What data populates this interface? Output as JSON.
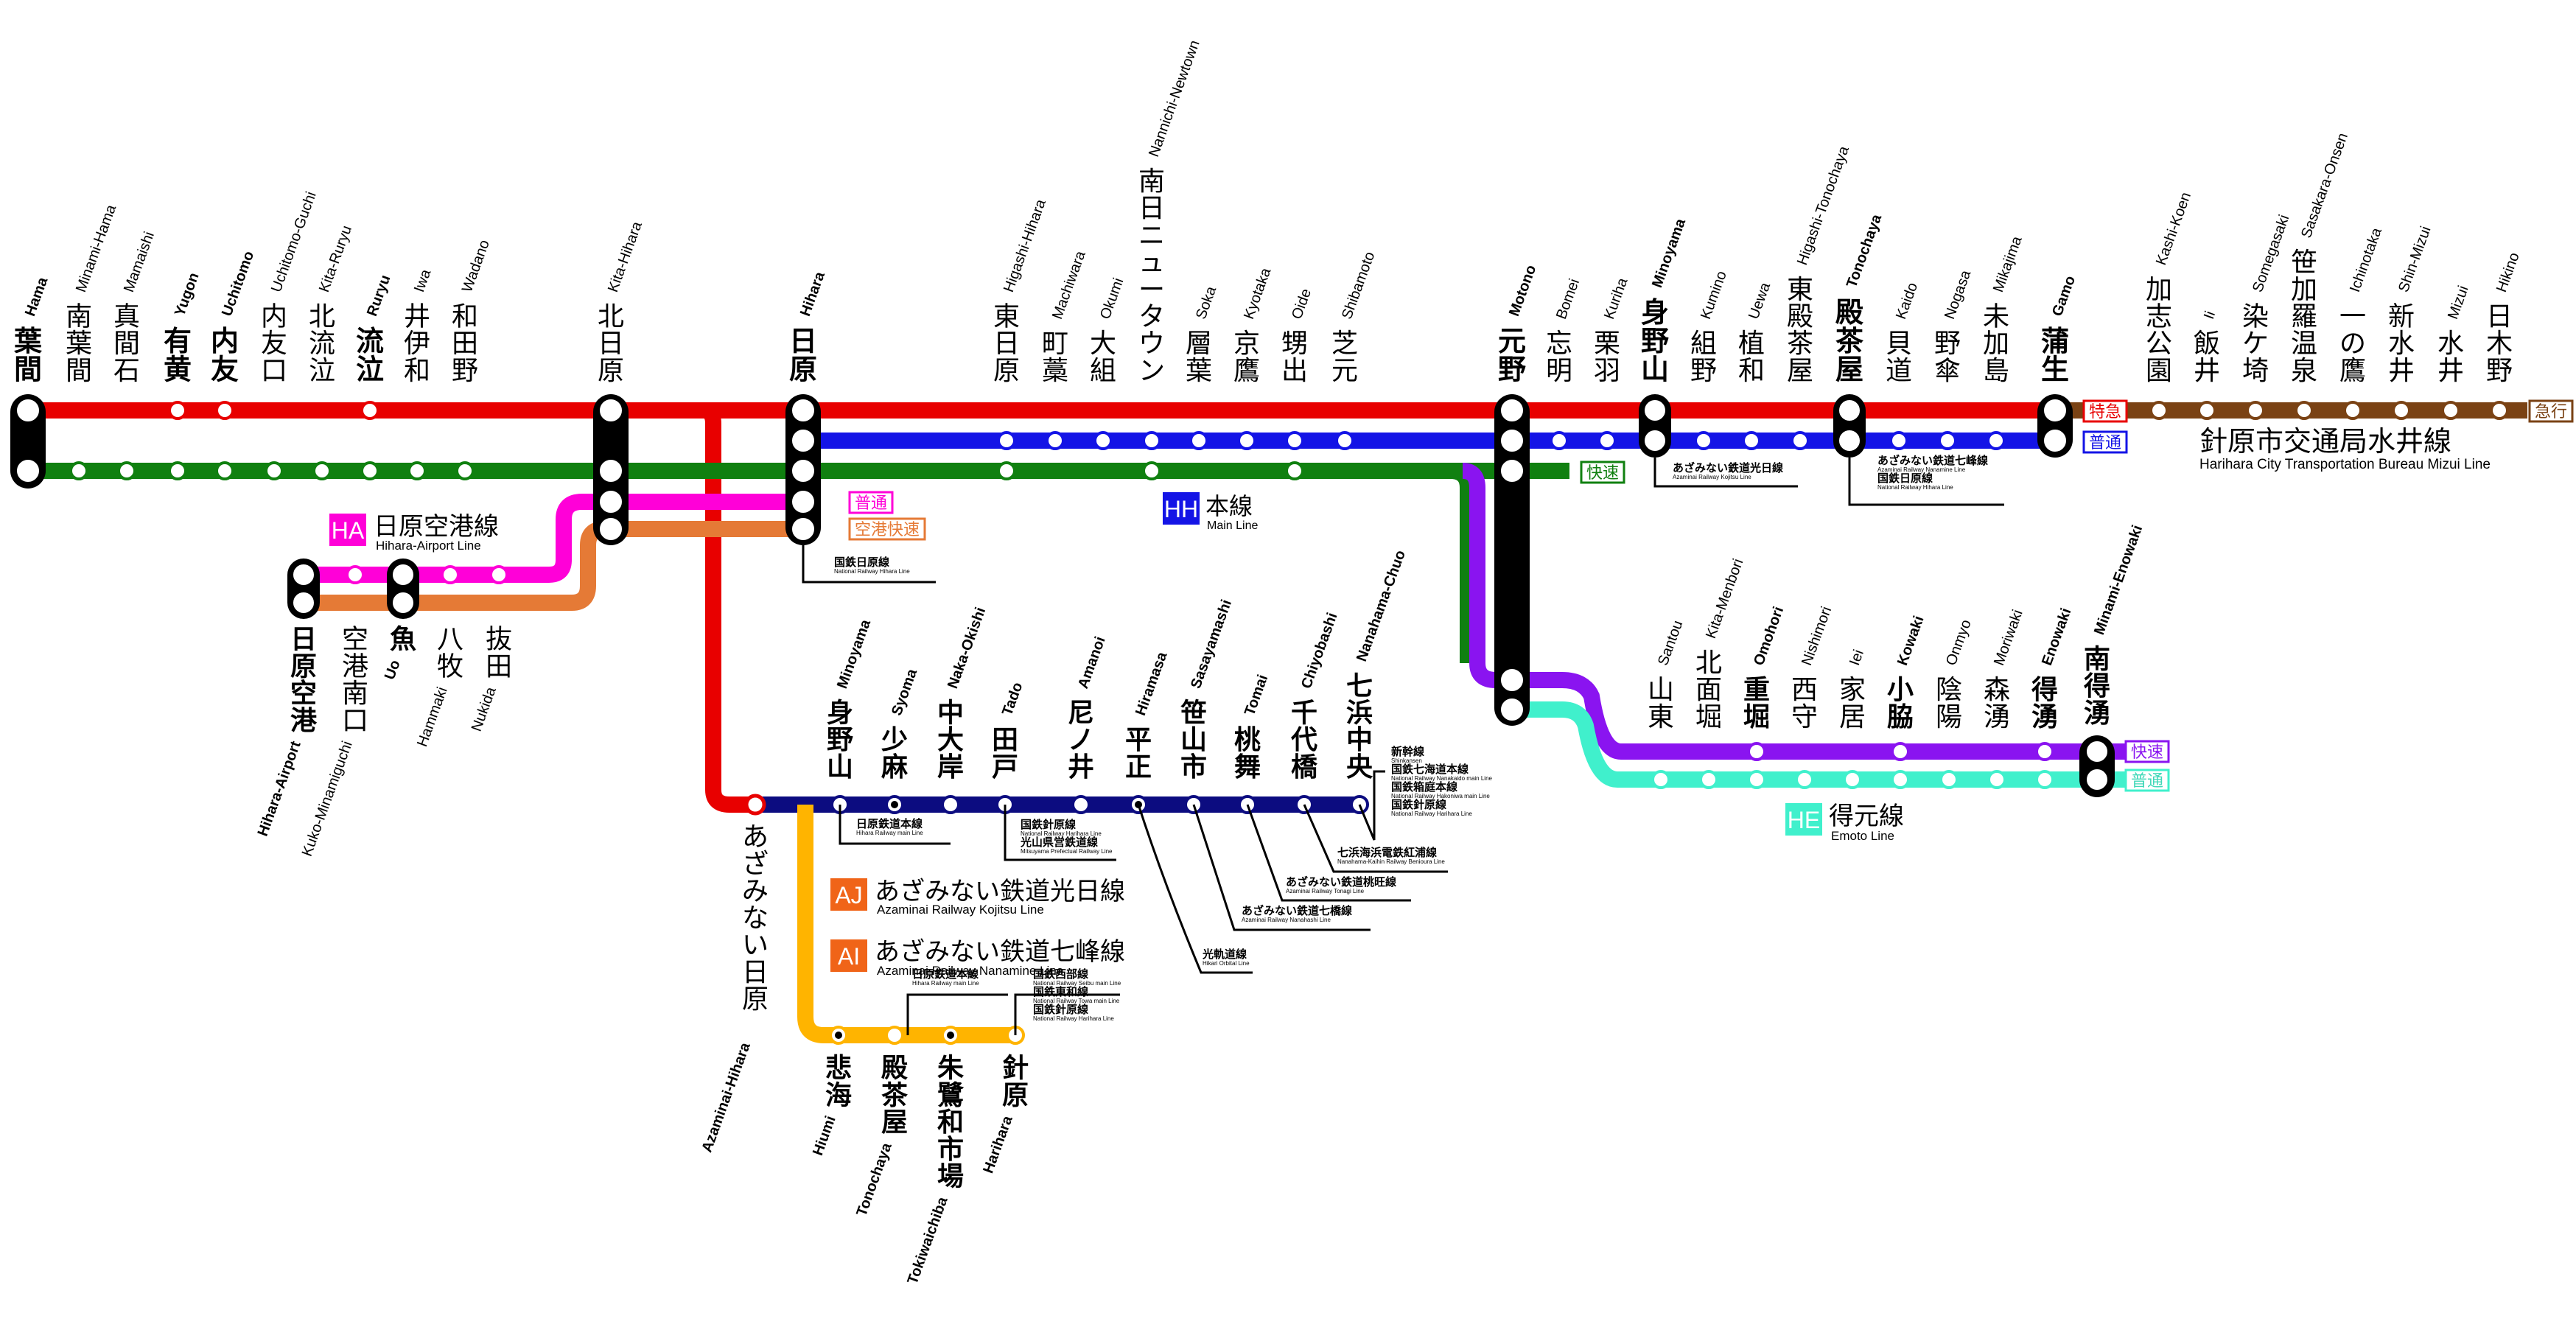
{
  "lines": {
    "main": {
      "code": "HH",
      "name_jp": "本線",
      "name_en": "Main Line",
      "color": "#1414e6"
    },
    "red": {
      "color": "#e80000"
    },
    "green": {
      "color": "#108010"
    },
    "airport": {
      "code": "HA",
      "name_jp": "日原空港線",
      "name_en": "Hihara-Airport Line",
      "color": "#ff00d8"
    },
    "airport_rapid": {
      "color": "#e57a36"
    },
    "emoto": {
      "code": "HE",
      "name_jp": "得元線",
      "name_en": "Emoto Line",
      "color": "#40f0cc"
    },
    "purple": {
      "color": "#8a14f0"
    },
    "mizui": {
      "name_jp": "針原市交通局水井線",
      "name_en": "Harihara City Transportation Bureau Mizui Line",
      "color": "#7a4214"
    },
    "navy": {
      "color": "#0c0c80"
    },
    "kojitsu": {
      "code": "AJ",
      "name_jp": "あざみない鉄道光日線",
      "name_en": "Azaminai Railway Kojitsu Line",
      "color": "#f06418"
    },
    "nanamine": {
      "code": "AI",
      "name_jp": "あざみない鉄道七峰線",
      "name_en": "Azaminai Railway Nanamine Line",
      "color": "#f06418"
    },
    "yellow": {
      "color": "#ffb400"
    }
  },
  "service_tags": {
    "red_limited": "特急",
    "blue_local": "普通",
    "green_rapid": "快速",
    "mizui_express": "急行",
    "airport_local": "普通",
    "airport_rapid": "空港快速",
    "purple_rapid": "快速",
    "emoto_local": "普通"
  },
  "main_stations": [
    {
      "jp": "葉間",
      "en": "Hama",
      "major": true
    },
    {
      "jp": "南葉間",
      "en": "Minami-Hama",
      "major": false
    },
    {
      "jp": "真間石",
      "en": "Mamaishi",
      "major": false
    },
    {
      "jp": "有黄",
      "en": "Yugon",
      "major": true
    },
    {
      "jp": "内友",
      "en": "Uchitomo",
      "major": true
    },
    {
      "jp": "内友口",
      "en": "Uchitomo-Guchi",
      "major": false
    },
    {
      "jp": "北流泣",
      "en": "Kita-Ruryu",
      "major": false
    },
    {
      "jp": "流泣",
      "en": "Ruryu",
      "major": true
    },
    {
      "jp": "井伊和",
      "en": "Iwa",
      "major": false
    },
    {
      "jp": "和田野",
      "en": "Wadano",
      "major": false
    },
    {
      "jp": "北日原",
      "en": "Kita-Hihara",
      "major": false
    },
    {
      "jp": "日原",
      "en": "Hihara",
      "major": true
    },
    {
      "jp": "東日原",
      "en": "Higashi-Hihara",
      "major": false
    },
    {
      "jp": "町藁",
      "en": "Machiwara",
      "major": false
    },
    {
      "jp": "大組",
      "en": "Okumi",
      "major": false
    },
    {
      "jp": "南日ニュータウン",
      "en": "Nannichi-Newtown",
      "major": false
    },
    {
      "jp": "層葉",
      "en": "Soka",
      "major": false
    },
    {
      "jp": "京鷹",
      "en": "Kyotaka",
      "major": false
    },
    {
      "jp": "甥出",
      "en": "Oide",
      "major": false
    },
    {
      "jp": "芝元",
      "en": "Shibamoto",
      "major": false
    },
    {
      "jp": "元野",
      "en": "Motono",
      "major": true
    },
    {
      "jp": "忘明",
      "en": "Bomei",
      "major": false
    },
    {
      "jp": "栗羽",
      "en": "Kuriha",
      "major": false
    },
    {
      "jp": "身野山",
      "en": "Minoyama",
      "major": true
    },
    {
      "jp": "組野",
      "en": "Kumino",
      "major": false
    },
    {
      "jp": "植和",
      "en": "Uewa",
      "major": false
    },
    {
      "jp": "東殿茶屋",
      "en": "Higashi-Tonochaya",
      "major": false
    },
    {
      "jp": "殿茶屋",
      "en": "Tonochaya",
      "major": true
    },
    {
      "jp": "貝道",
      "en": "Kaido",
      "major": false
    },
    {
      "jp": "野傘",
      "en": "Nogasa",
      "major": false
    },
    {
      "jp": "未加島",
      "en": "Mikajima",
      "major": false
    },
    {
      "jp": "蒲生",
      "en": "Gamo",
      "major": true
    }
  ],
  "mizui_stations": [
    {
      "jp": "加志公園",
      "en": "Kashi-Koen"
    },
    {
      "jp": "飯井",
      "en": "Ii"
    },
    {
      "jp": "染ケ埼",
      "en": "Somegasaki"
    },
    {
      "jp": "笹加羅温泉",
      "en": "Sasakara-Onsen"
    },
    {
      "jp": "一の鷹",
      "en": "Ichinotaka"
    },
    {
      "jp": "新水井",
      "en": "Shin-Mizui"
    },
    {
      "jp": "水井",
      "en": "Mizui"
    },
    {
      "jp": "日木野",
      "en": "Hikino"
    }
  ],
  "airport_stations": [
    {
      "jp": "日原空港",
      "en": "Hihara-Airport",
      "major": true
    },
    {
      "jp": "空港南口",
      "en": "Kuko-Minamiguchi",
      "major": false
    },
    {
      "jp": "魚",
      "en": "Uo",
      "major": true
    },
    {
      "jp": "八牧",
      "en": "Hammaki",
      "major": false
    },
    {
      "jp": "抜田",
      "en": "Nukida",
      "major": false
    }
  ],
  "emoto_stations": [
    {
      "jp": "山東",
      "en": "Santou",
      "major": false
    },
    {
      "jp": "北面堀",
      "en": "Kita-Menbori",
      "major": false
    },
    {
      "jp": "重堀",
      "en": "Omohori",
      "major": true
    },
    {
      "jp": "西守",
      "en": "Nishimori",
      "major": false
    },
    {
      "jp": "家居",
      "en": "Iei",
      "major": false
    },
    {
      "jp": "小脇",
      "en": "Kowaki",
      "major": true
    },
    {
      "jp": "陰陽",
      "en": "Onmyo",
      "major": false
    },
    {
      "jp": "森湧",
      "en": "Moriwaki",
      "major": false
    },
    {
      "jp": "得湧",
      "en": "Enowaki",
      "major": true
    },
    {
      "jp": "南得湧",
      "en": "Minami-Enowaki",
      "major": true
    }
  ],
  "navy_stations": [
    {
      "jp": "身野山",
      "en": "Minoyama",
      "major": true
    },
    {
      "jp": "少麻",
      "en": "Syoma",
      "major": true
    },
    {
      "jp": "中大岸",
      "en": "Naka-Okishi",
      "major": true
    },
    {
      "jp": "田戸",
      "en": "Tado",
      "major": true
    },
    {
      "jp": "尼ノ井",
      "en": "Amanoi",
      "major": true
    },
    {
      "jp": "平正",
      "en": "Hiramasa",
      "major": true
    },
    {
      "jp": "笹山市",
      "en": "Sasayamashi",
      "major": true
    },
    {
      "jp": "桃舞",
      "en": "Tomai",
      "major": true
    },
    {
      "jp": "千代橋",
      "en": "Chiyobashi",
      "major": true
    },
    {
      "jp": "七浜中央",
      "en": "Nanahama-Chuo",
      "major": true
    }
  ],
  "azaminai_hihara": {
    "jp": "あざみない日原",
    "en": "Azaminai-Hihara"
  },
  "yellow_stations": [
    {
      "jp": "悲海",
      "en": "Hiumi"
    },
    {
      "jp": "殿茶屋",
      "en": "Tonochaya"
    },
    {
      "jp": "朱鷺和市場",
      "en": "Tokiwaichiba"
    },
    {
      "jp": "針原",
      "en": "Harihara"
    }
  ],
  "transfers": {
    "hihara": [
      {
        "jp": "国鉄日原線",
        "en": "National Railway Hihara Line"
      }
    ],
    "minoyama": [
      {
        "jp": "あざみない鉄道光日線",
        "en": "Azaminai Railway Kojitsu Line"
      }
    ],
    "tonochaya": [
      {
        "jp": "あざみない鉄道七峰線",
        "en": "Azaminai Railway Nanamine Line"
      },
      {
        "jp": "国鉄日原線",
        "en": "National Railway Hihara Line"
      }
    ],
    "navy_minoyama": [
      {
        "jp": "日原鉄道本線",
        "en": "Hihara Railway main Line"
      }
    ],
    "tado": [
      {
        "jp": "国鉄針原線",
        "en": "National Railway Harihara Line"
      },
      {
        "jp": "光山県営鉄道線",
        "en": "Mitsuyama Prefectual Railway Line"
      }
    ],
    "hiramasa": [
      {
        "jp": "光軌道線",
        "en": "Hikari Orbital Line"
      }
    ],
    "sasayamashi": [
      {
        "jp": "あざみない鉄道七橋線",
        "en": "Azaminai Railway Nanahashi Line"
      }
    ],
    "tomai": [
      {
        "jp": "あざみない鉄道桃旺線",
        "en": "Azaminai Railway Tonagi Line"
      }
    ],
    "chiyobashi": [
      {
        "jp": "七浜海浜電鉄紅浦線",
        "en": "Nanahama-Kaihin Railway Benioura Line"
      }
    ],
    "nanahama": [
      {
        "jp": "新幹線",
        "en": "Shinkansen"
      },
      {
        "jp": "国鉄七海道本線",
        "en": "National Railway Nanakaido main Line"
      },
      {
        "jp": "国鉄箱庭本線",
        "en": "National Railway Hakoniwa main Line"
      },
      {
        "jp": "国鉄針原線",
        "en": "National Railway Harihara Line"
      }
    ],
    "y_tonochaya": [
      {
        "jp": "日原鉄道本線",
        "en": "Hihara Railway main Line"
      }
    ],
    "y_harihara": [
      {
        "jp": "国鉄西部線",
        "en": "National Railway Seibu main Line"
      },
      {
        "jp": "国鉄東和線",
        "en": "National Railway Towa main Line"
      },
      {
        "jp": "国鉄針原線",
        "en": "National Railway Harihara Line"
      }
    ]
  }
}
